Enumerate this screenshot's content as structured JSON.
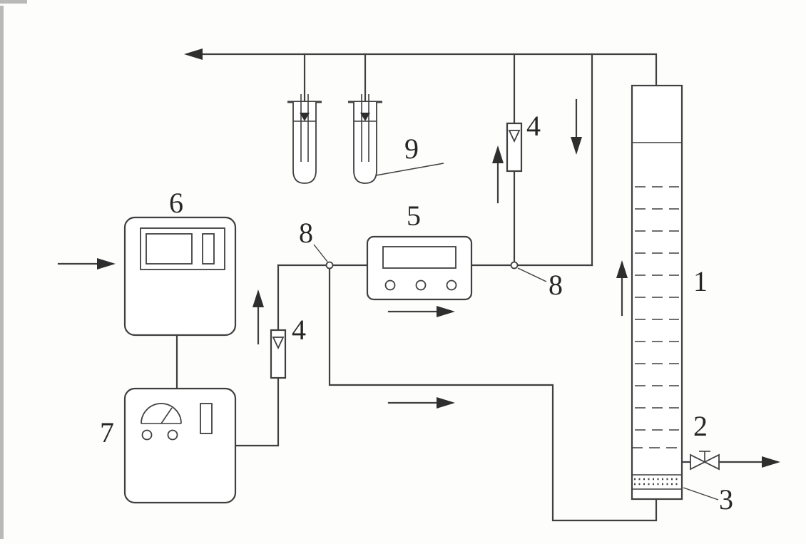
{
  "diagram": {
    "line_color": "#3f3f3f",
    "label_color": "#262626",
    "background": "#fdfdfc",
    "labels": {
      "column": "1",
      "drain_valve": "2",
      "support_plate": "3",
      "flowmeter_left": "4",
      "flowmeter_right": "4",
      "controller": "5",
      "instrument_top": "6",
      "instrument_bottom": "7",
      "junction_left": "8",
      "junction_right": "8",
      "bottles": "9"
    }
  }
}
